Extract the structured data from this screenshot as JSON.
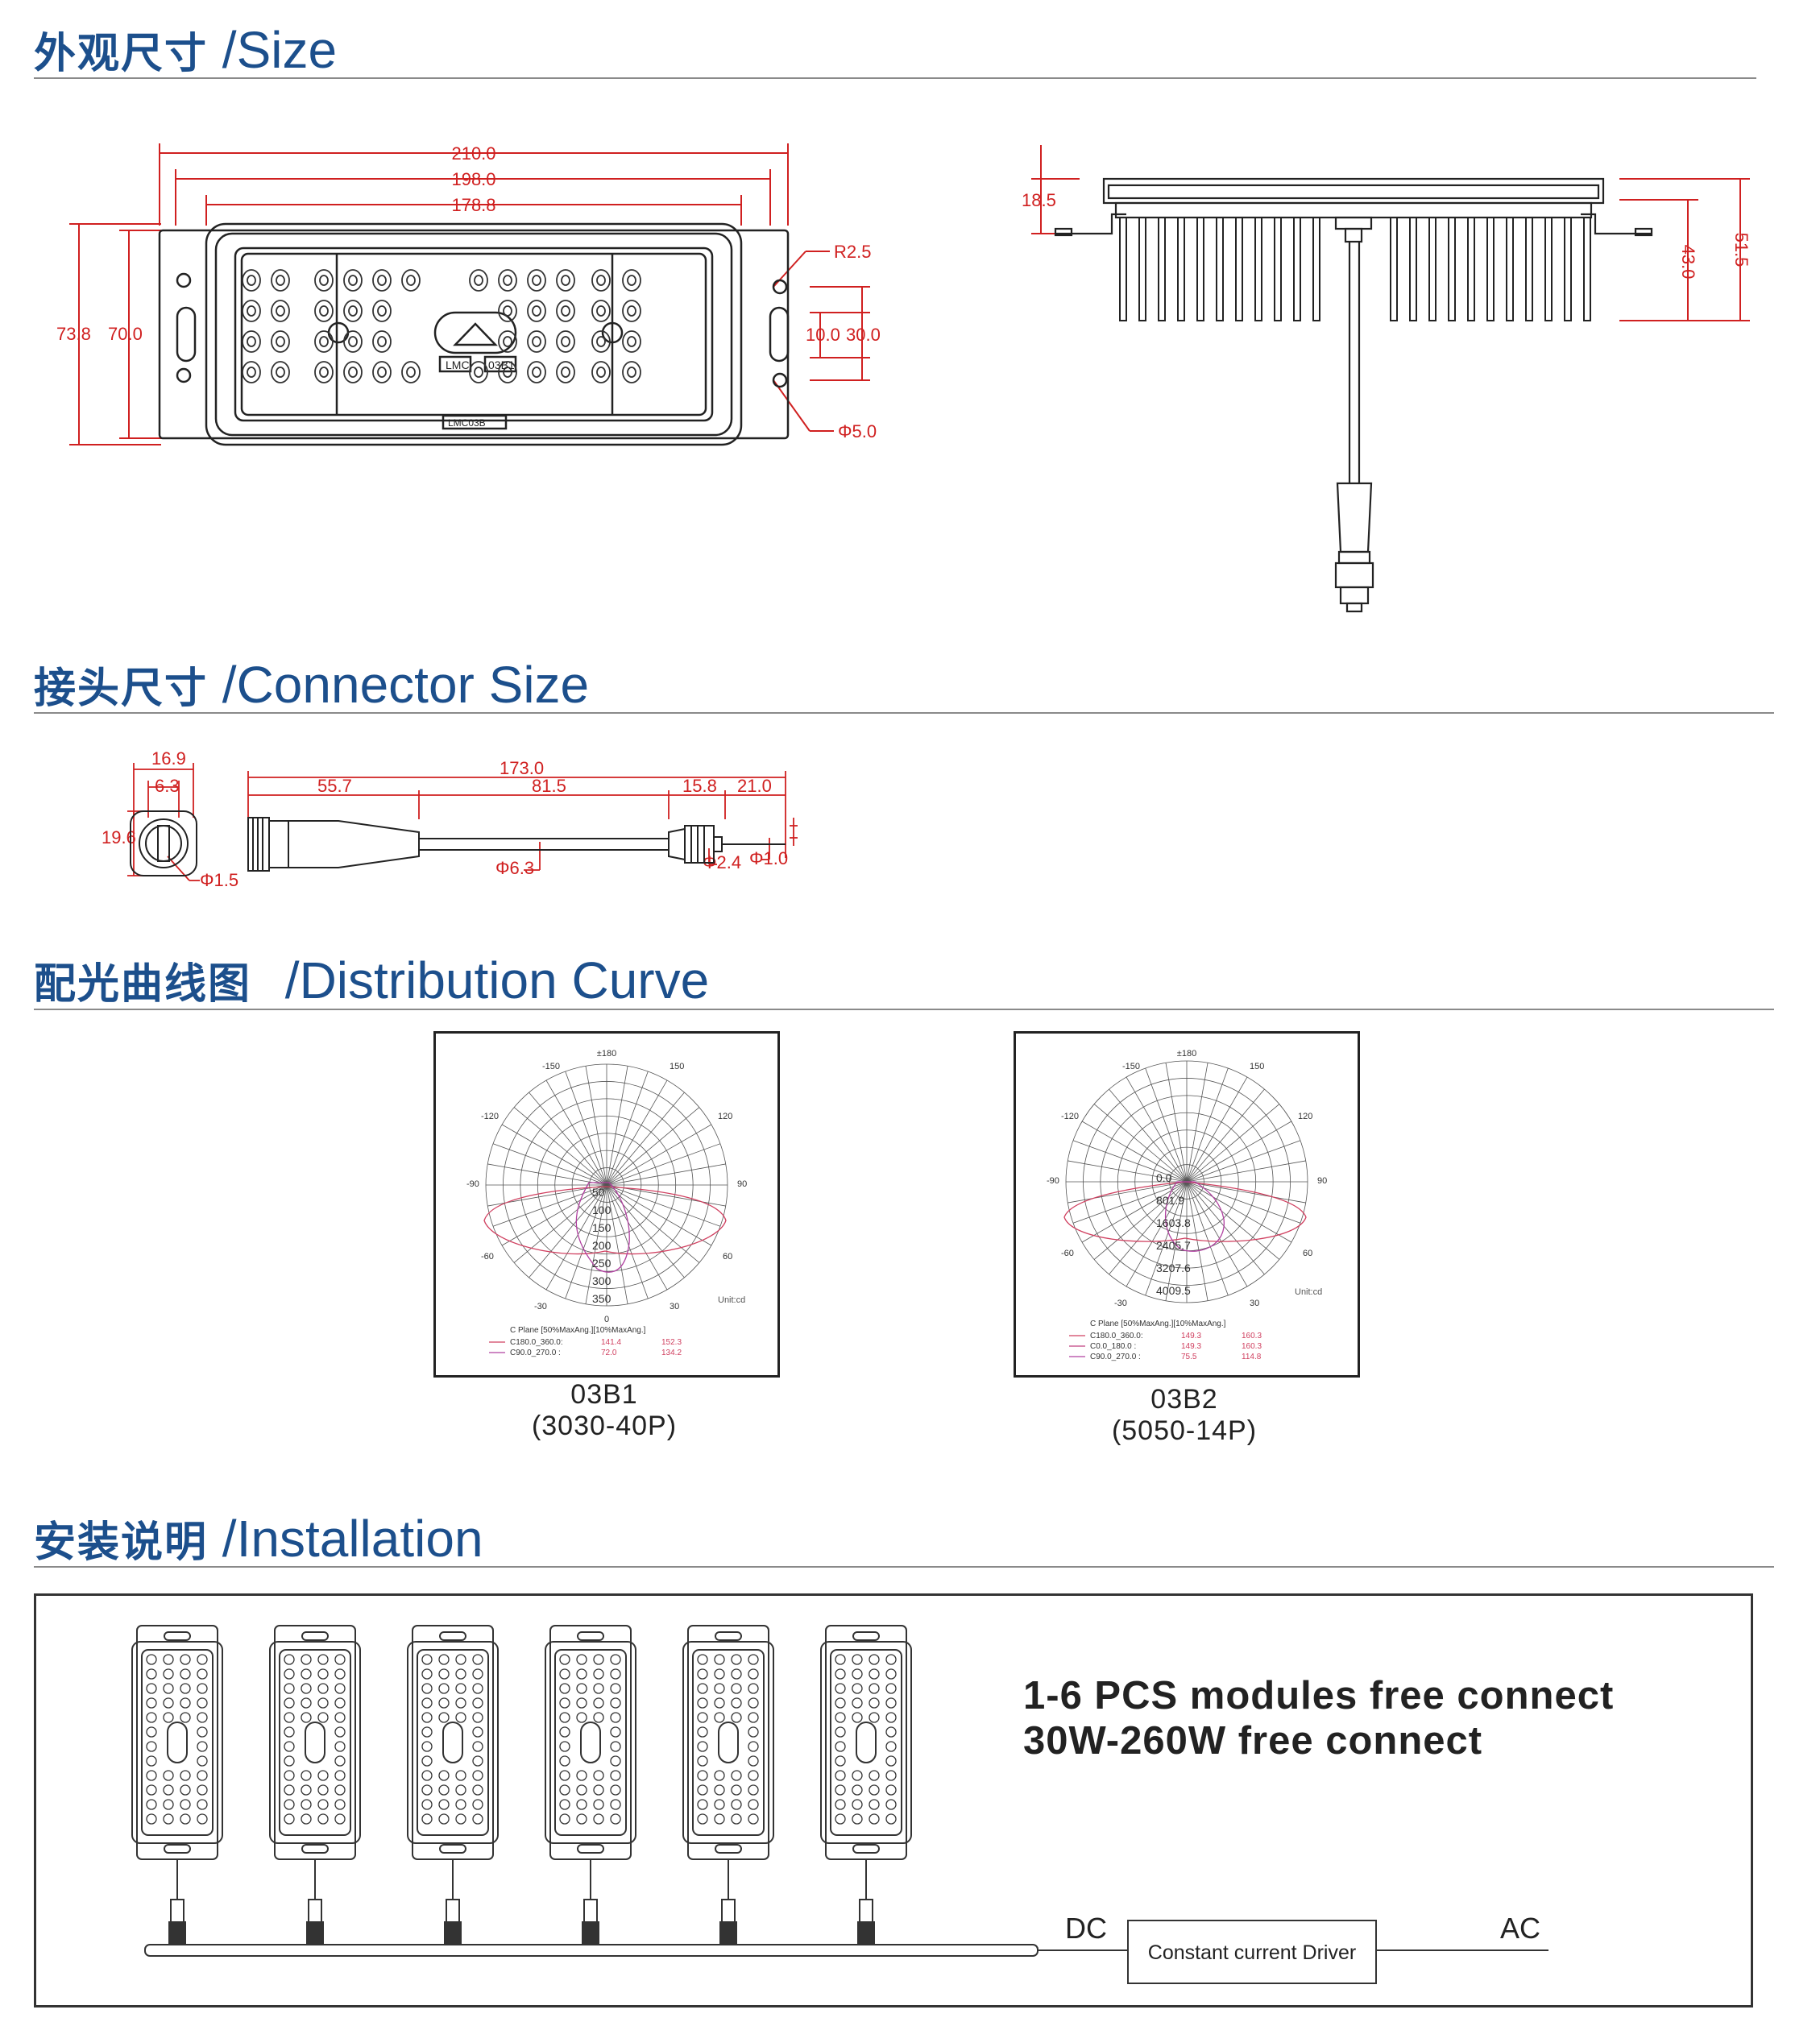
{
  "sections": {
    "size": {
      "cn": "外观尺寸",
      "en": "/Size"
    },
    "connector": {
      "cn": "接头尺寸",
      "en": "/Connector Size"
    },
    "distribution": {
      "cn": "配光曲线图",
      "en": "/Distribution Curve"
    },
    "installation": {
      "cn": "安装说明",
      "en": "/Installation"
    }
  },
  "size_dims": {
    "d210": "210.0",
    "d198": "198.0",
    "d178": "178.8",
    "d73": "73.8",
    "d70": "70.0",
    "r25": "R2.5",
    "d10": "10.0",
    "d30": "30.0",
    "phi5": "Φ5.0",
    "label_lmc": "LMC",
    "label_03b1": "03B1",
    "label_lmc03b": "LMC03B",
    "side_185": "18.5",
    "side_43": "43.0",
    "side_515": "51.5"
  },
  "connector_dims": {
    "d169": "16.9",
    "d63a": "6.3",
    "d196": "19.6",
    "phi15": "Φ1.5",
    "d173": "173.0",
    "d557": "55.7",
    "d815": "81.5",
    "d158": "15.8",
    "d21": "21.0",
    "phi63": "Φ6.3",
    "phi24": "Φ2.4",
    "phi10": "Φ1.0"
  },
  "polar_1": {
    "angles": {
      "top": "±180",
      "a150l": "-150",
      "a150r": "150",
      "a120l": "-120",
      "a120r": "120",
      "a90l": "-90",
      "a90r": "90",
      "a60l": "-60",
      "a60r": "60",
      "a30l": "-30",
      "a30r": "30",
      "bottom": "0"
    },
    "radial": [
      "50",
      "100",
      "150",
      "200",
      "250",
      "300",
      "350"
    ],
    "unit": "Unit:cd",
    "legend_header": "C Plane  [50%MaxAng.][10%MaxAng.]",
    "legend": [
      {
        "name": "C180.0_360.0:",
        "v50": "141.4",
        "v10": "152.3"
      },
      {
        "name": "C90.0_270.0 :",
        "v50": "72.0",
        "v10": "134.2"
      }
    ],
    "caption1": "03B1",
    "caption2": "(3030-40P)"
  },
  "polar_2": {
    "angles": {
      "top": "±180",
      "a150l": "-150",
      "a150r": "150",
      "a120l": "-120",
      "a120r": "120",
      "a90l": "-90",
      "a90r": "90",
      "a60l": "-60",
      "a60r": "60",
      "a30l": "-30",
      "a30r": "30"
    },
    "radial": [
      "0.0",
      "801.9",
      "1603.8",
      "2405.7",
      "3207.6",
      "4009.5"
    ],
    "unit": "Unit:cd",
    "legend_header": "C Plane  [50%MaxAng.][10%MaxAng.]",
    "legend": [
      {
        "name": "C180.0_360.0:",
        "v50": "149.3",
        "v10": "160.3"
      },
      {
        "name": "C0.0_180.0 :",
        "v50": "149.3",
        "v10": "160.3"
      },
      {
        "name": "C90.0_270.0 :",
        "v50": "75.5",
        "v10": "114.8"
      }
    ],
    "caption1": "03B2",
    "caption2": "(5050-14P)"
  },
  "installation": {
    "line1": "1-6 PCS modules free connect",
    "line2": "30W-260W free connect",
    "dc": "DC",
    "ac": "AC",
    "driver": "Constant current Driver"
  },
  "colors": {
    "title": "#1c4f8c",
    "dimension": "#d02020",
    "curve": "#d04060"
  }
}
